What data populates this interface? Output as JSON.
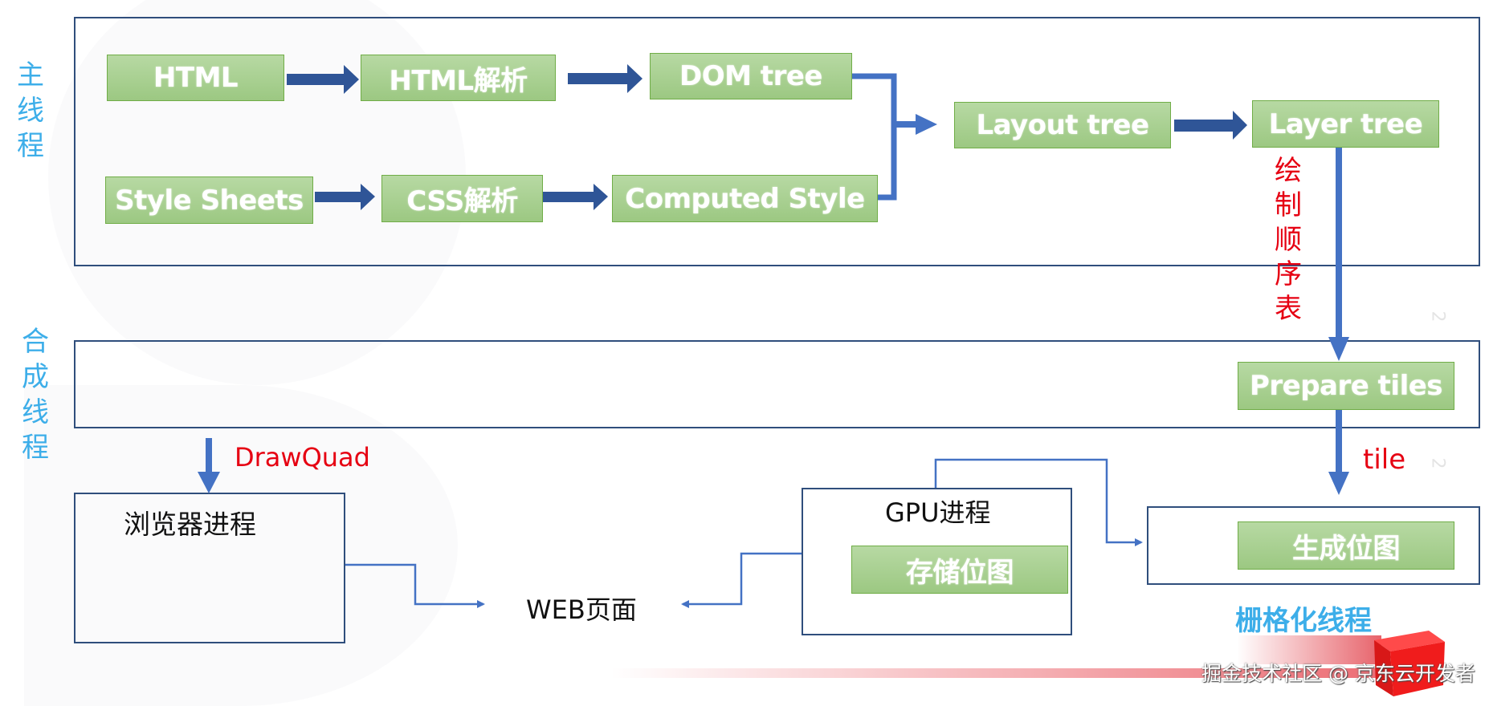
{
  "threads": {
    "main": {
      "label": "主线程",
      "nodes": {
        "html": "HTML",
        "html_parse": "HTML解析",
        "dom_tree": "DOM tree",
        "style_sheets": "Style Sheets",
        "css_parse": "CSS解析",
        "computed_style": "Computed Style",
        "layout_tree": "Layout tree",
        "layer_tree": "Layer tree"
      },
      "paint_order_label": "绘制顺序表"
    },
    "compositor": {
      "label": "合成线程",
      "nodes": {
        "prepare_tiles": "Prepare tiles"
      },
      "tile_label": "tile",
      "drawquad_label": "DrawQuad"
    },
    "raster": {
      "label": "栅格化线程",
      "nodes": {
        "generate_bitmap": "生成位图"
      }
    }
  },
  "processes": {
    "browser": {
      "label": "浏览器进程"
    },
    "gpu": {
      "label": "GPU进程",
      "nodes": {
        "store_bitmap": "存储位图"
      }
    }
  },
  "web_page_label": "WEB页面",
  "watermark": "掘金技术社区 @ 京东云开发者",
  "colors": {
    "node_fill": "#a9d18e",
    "node_border": "#70ad47",
    "frame_border": "#2f4e7c",
    "dark_arrow": "#2f5597",
    "connector": "#4472c4",
    "thread_label": "#3daee9",
    "annotation_red": "#e60012"
  }
}
